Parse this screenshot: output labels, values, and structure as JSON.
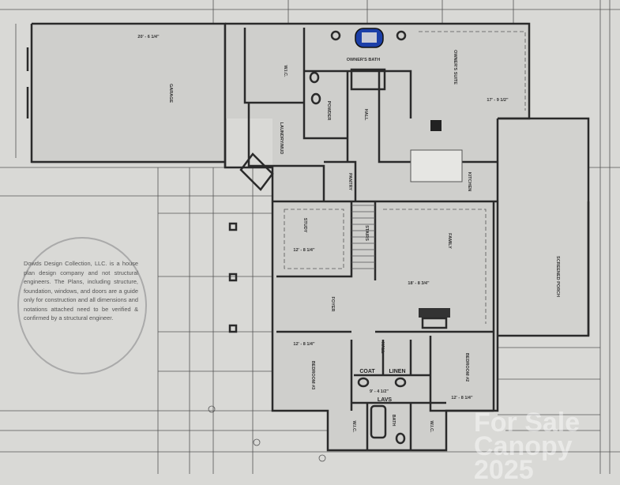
{
  "rooms": {
    "garage": "GARAGE",
    "wic_owner": "W.I.C.",
    "laundry": "LAUNDRY/MUD",
    "powder": "POWDER",
    "owners_bath": "OWNER'S BATH",
    "hall_upper": "HALL",
    "owners_suite": "OWNER'S SUITE",
    "kitchen": "KITCHEN",
    "pantry": "PANTRY",
    "study": "STUDY",
    "stairs": "STAIRS",
    "family": "FAMILY",
    "screened_porch": "SCREENED PORCH",
    "foyer": "FOYER",
    "bedroom3": "BEDROOM #3",
    "bedroom2": "BEDROOM #2",
    "coat": "COAT",
    "linen": "LINEN",
    "hall_lower": "HALL",
    "lavs": "LAVS",
    "bath": "BATH",
    "wic_left": "W.I.C.",
    "wic_right": "W.I.C."
  },
  "dimensions": {
    "garage": "20' - 6 1/4\"",
    "study": "12' - 8 1/4\"",
    "family": "18' - 8 3/4\"",
    "bedroom3": "12' - 8 1/4\"",
    "bedroom2": "12' - 8 1/4\"",
    "lavs": "9' - 4 1/2\"",
    "owners_suite": "17' - 9 1/2\""
  },
  "disclaimer": "Dowds Design Collection, LLC. is a house plan design company and not structural engineers. The Plans, including structure, foundation, windows, and doors are a guide only for construction and all dimensions and notations attached need to be verified & confirmed by a structural engineer.",
  "watermark": "ForSale Canopy 2025",
  "colors": {
    "tub": "#1c3fa8",
    "background": "#d9d9d6",
    "walls": "#2a2a2a"
  }
}
